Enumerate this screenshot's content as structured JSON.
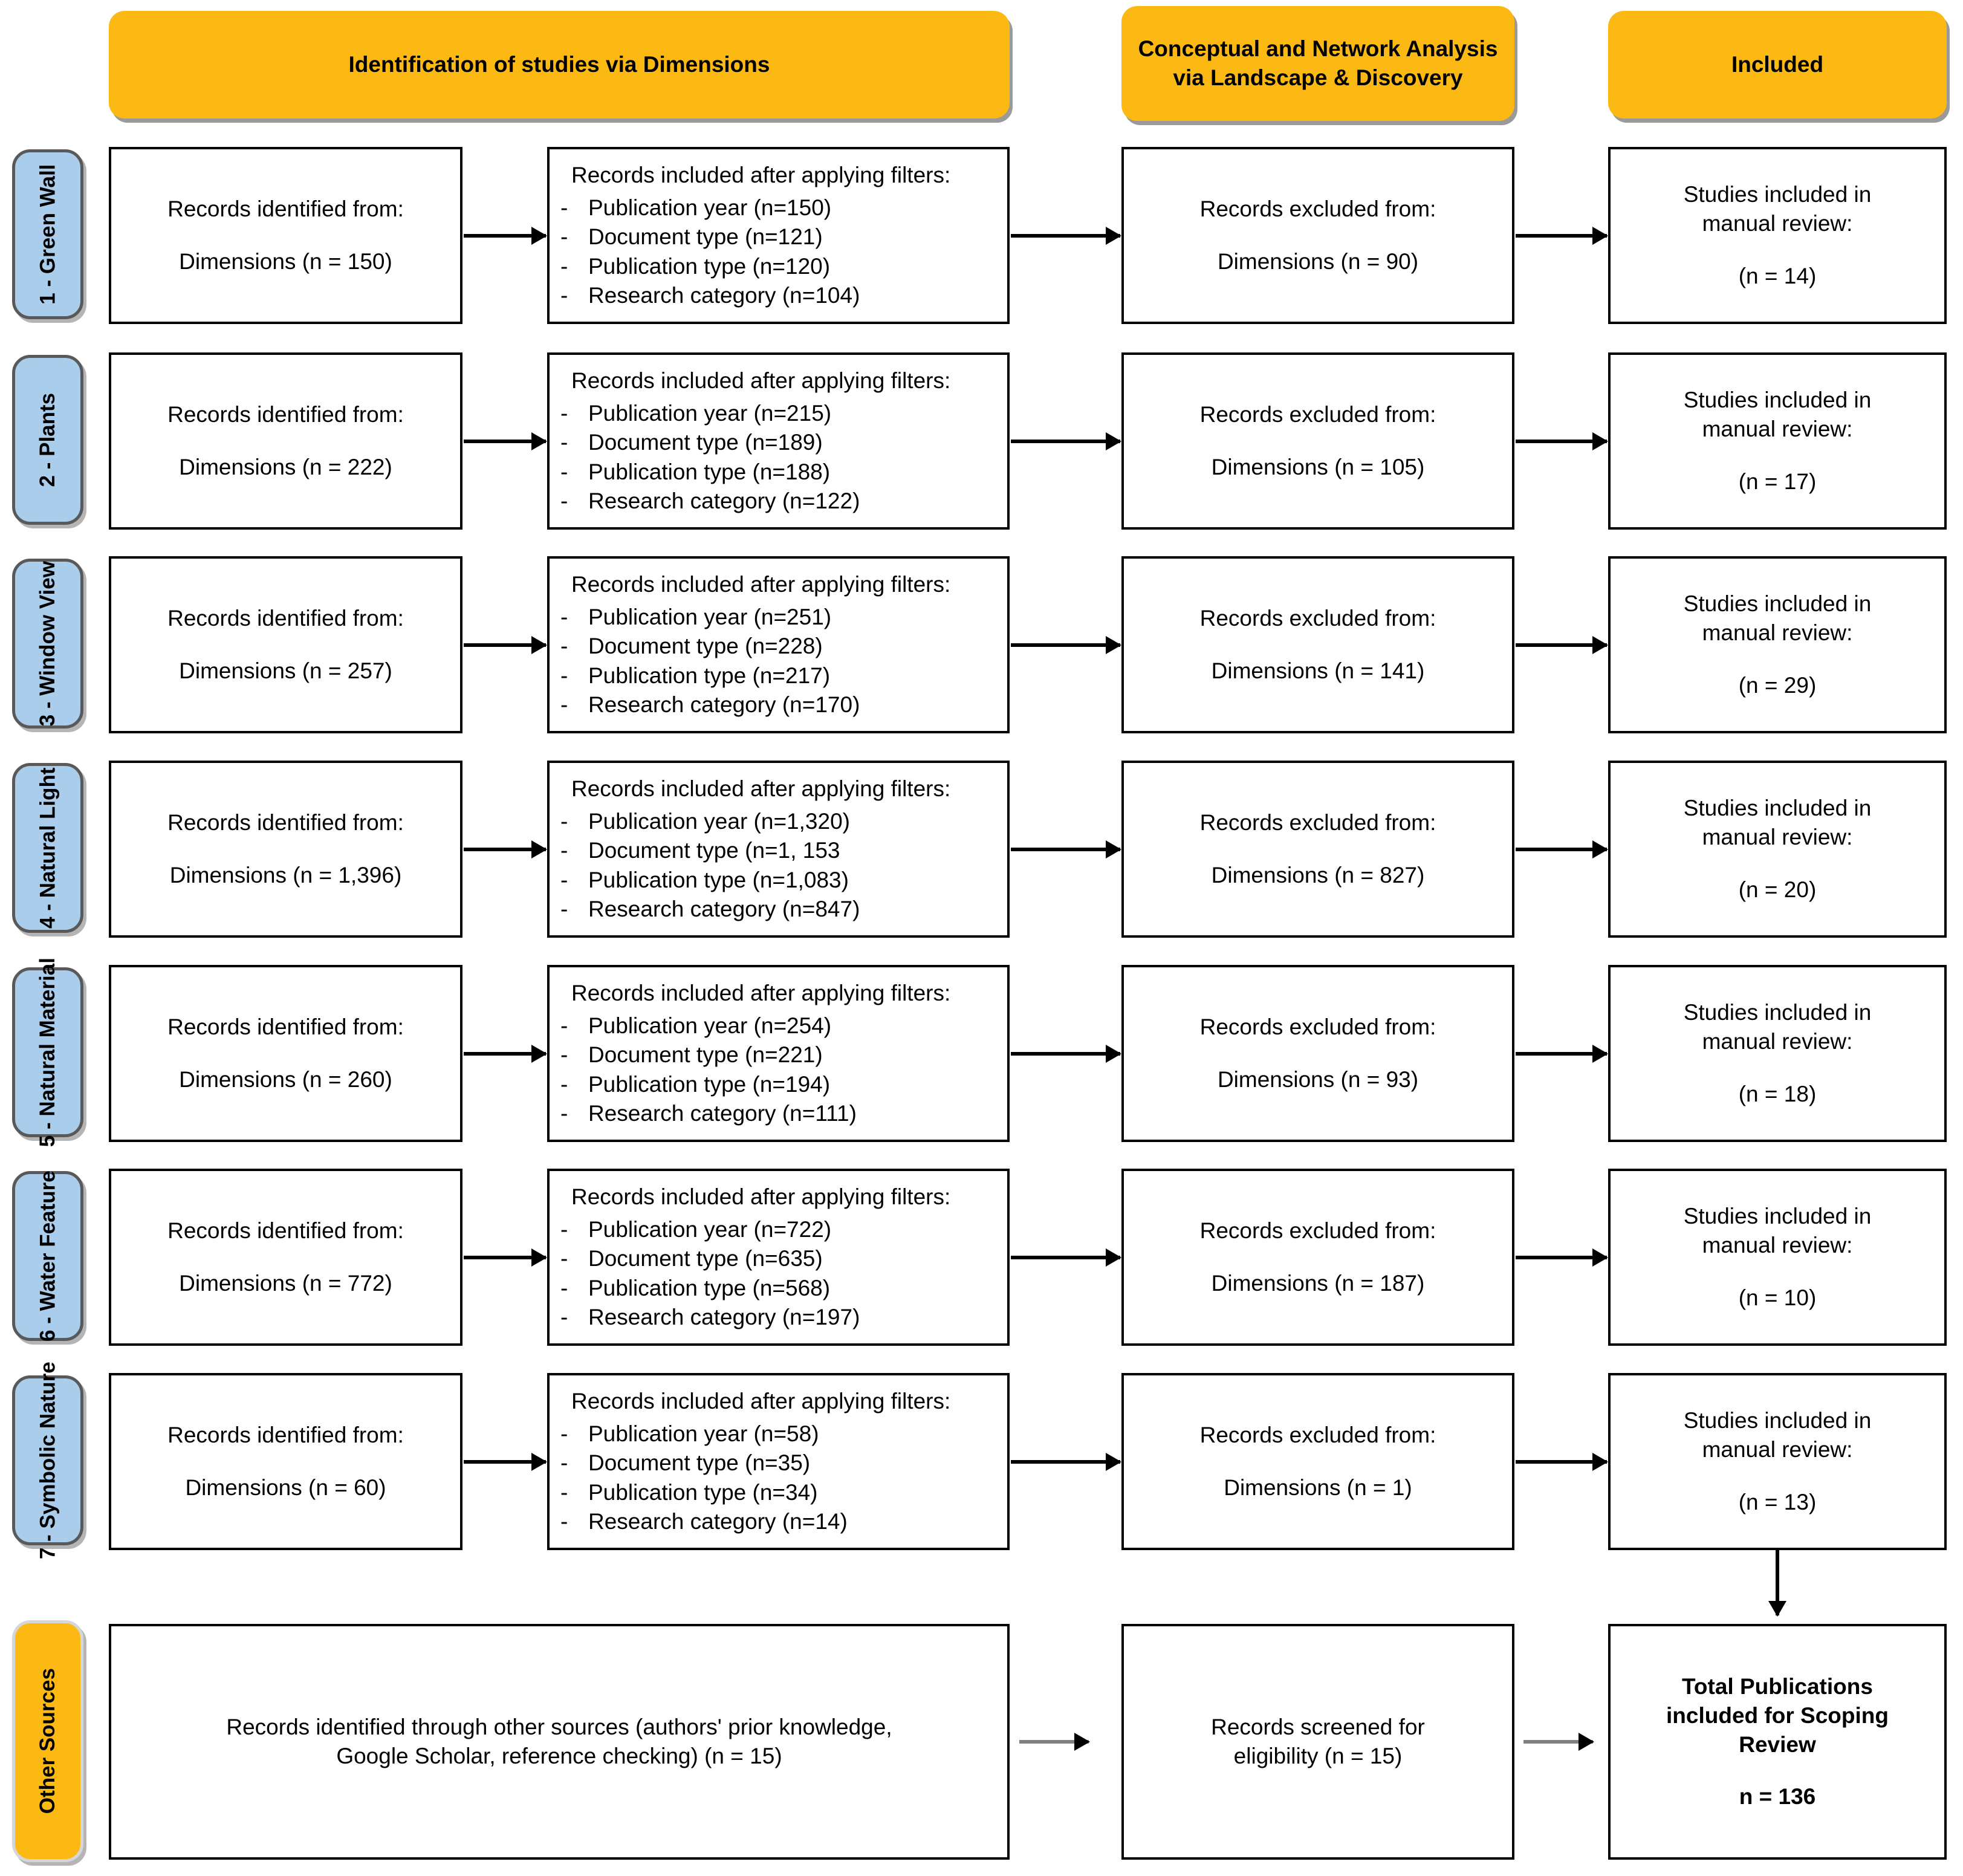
{
  "colors": {
    "header_bg": "#fcb913",
    "side_label_blue": "#a9cdeb",
    "side_label_gold": "#fcb913",
    "box_border": "#000000",
    "box_bg": "#ffffff"
  },
  "headers": [
    {
      "label": "Identification of studies via Dimensions"
    },
    {
      "label": "Conceptual and Network Analysis via Landscape & Discovery"
    },
    {
      "label": "Included"
    }
  ],
  "common": {
    "identified_title": "Records identified from:",
    "filters_title": "Records included after applying filters:",
    "excluded_title": "Records excluded from:",
    "manual_line1": "Studies included in",
    "manual_line2": "manual review:",
    "filter_labels": [
      "Publication year",
      "Document type",
      "Publication type",
      "Research category"
    ],
    "dash": "-"
  },
  "rows": [
    {
      "side_label": "1 - Green Wall",
      "identified_value": "Dimensions (n = 150)",
      "filters": [
        "Publication year (n=150)",
        "Document type (n=121)",
        "Publication type (n=120)",
        "Research category (n=104)"
      ],
      "excluded_value": "Dimensions (n = 90)",
      "included_value": "(n = 14)"
    },
    {
      "side_label": "2 - Plants",
      "identified_value": "Dimensions (n = 222)",
      "filters": [
        "Publication year (n=215)",
        "Document type (n=189)",
        "Publication type (n=188)",
        "Research category (n=122)"
      ],
      "excluded_value": "Dimensions (n = 105)",
      "included_value": "(n = 17)"
    },
    {
      "side_label": "3 - Window View",
      "identified_value": "Dimensions (n = 257)",
      "filters": [
        "Publication year (n=251)",
        "Document type (n=228)",
        "Publication type (n=217)",
        "Research category (n=170)"
      ],
      "excluded_value": "Dimensions (n = 141)",
      "included_value": "(n = 29)"
    },
    {
      "side_label": "4 - Natural Light",
      "identified_value": "Dimensions (n = 1,396)",
      "filters": [
        "Publication year (n=1,320)",
        "Document type (n=1, 153",
        "Publication type (n=1,083)",
        "Research category (n=847)"
      ],
      "excluded_value": "Dimensions (n = 827)",
      "included_value": "(n = 20)"
    },
    {
      "side_label": "5 - Natural Material",
      "identified_value": "Dimensions (n = 260)",
      "filters": [
        "Publication year (n=254)",
        "Document type (n=221)",
        "Publication type (n=194)",
        "Research category (n=111)"
      ],
      "excluded_value": "Dimensions (n = 93)",
      "included_value": "(n = 18)"
    },
    {
      "side_label": "6 - Water Feature",
      "identified_value": "Dimensions (n = 772)",
      "filters": [
        "Publication year (n=722)",
        "Document type (n=635)",
        "Publication type (n=568)",
        "Research category (n=197)"
      ],
      "excluded_value": "Dimensions (n = 187)",
      "included_value": "(n = 10)"
    },
    {
      "side_label": "7 - Symbolic Nature",
      "identified_value": "Dimensions (n = 60)",
      "filters": [
        "Publication year (n=58)",
        "Document type (n=35)",
        "Publication type (n=34)",
        "Research category (n=14)"
      ],
      "excluded_value": "Dimensions (n = 1)",
      "included_value": "(n = 13)"
    }
  ],
  "other_sources": {
    "side_label": "Other Sources",
    "records_line1": "Records identified through other sources (authors' prior knowledge,",
    "records_line2": "Google Scholar, reference checking) (n = 15)",
    "screened_line1": "Records screened for",
    "screened_line2": "eligibility (n = 15)",
    "total_line1": "Total Publications",
    "total_line2": "included for Scoping",
    "total_line3": "Review",
    "total_value": "n = 136"
  }
}
